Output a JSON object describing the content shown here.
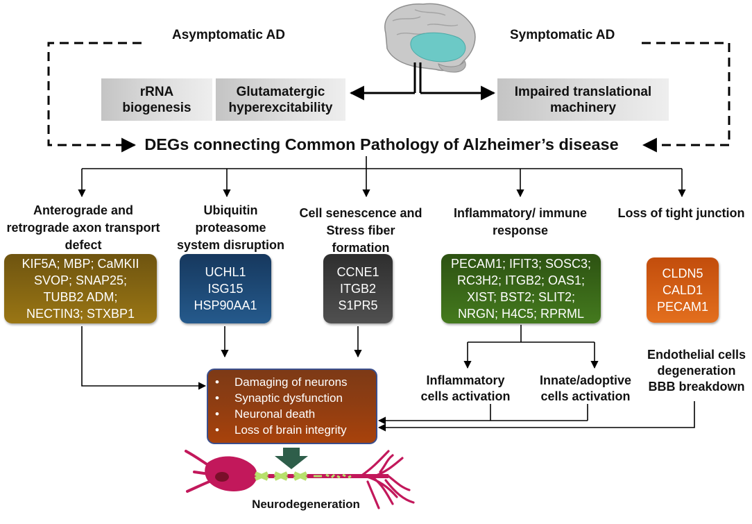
{
  "headers": {
    "asymptomatic": "Asymptomatic AD",
    "symptomatic": "Symptomatic AD"
  },
  "boxes": {
    "rrna": [
      "rRNA",
      "biogenesis"
    ],
    "glutamatergic": [
      "Glutamatergic",
      "hyperexcitability"
    ],
    "impaired": [
      "Impaired translational",
      "machinery"
    ]
  },
  "main_title": "DEGs connecting Common Pathology of Alzheimer’s disease",
  "categories": [
    {
      "title": [
        "Anterograde and",
        "retrograde axon transport",
        "defect"
      ],
      "genes": [
        "KIF5A; MBP; CaMKII",
        "SVOP; SNAP25;",
        "TUBB2 ADM;",
        "NECTIN3; STXBP1"
      ],
      "color": "#8a6a10"
    },
    {
      "title": [
        "Ubiquitin",
        "proteasome",
        "system disruption"
      ],
      "genes": [
        "UCHL1",
        "ISG15",
        "HSP90AA1"
      ],
      "color": "#1f4a78"
    },
    {
      "title": [
        "Cell senescence and",
        "Stress fiber",
        "formation"
      ],
      "genes": [
        "CCNE1",
        "ITGB2",
        "S1PR5"
      ],
      "color": "#3f3f3f"
    },
    {
      "title": [
        "Inflammatory/ immune",
        "response"
      ],
      "genes": [
        "PECAM1; IFIT3; SOSC3;",
        "RC3H2; ITGB2; OAS1;",
        "XIST; BST2; SLIT2;",
        "NRGN; H4C5; RPRML"
      ],
      "color": "#3b6618"
    },
    {
      "title": [
        "Loss of tight junction"
      ],
      "genes": [
        "CLDN5",
        "CALD1",
        "PECAM1"
      ],
      "color": "#d75e14"
    }
  ],
  "sub_outcomes": {
    "inflammatory": [
      "Inflammatory",
      "cells activation"
    ],
    "innate": [
      "Innate/adoptive",
      "cells activation"
    ],
    "endothelial": [
      "Endothelial cells",
      "degeneration",
      "BBB breakdown"
    ]
  },
  "damage_items": [
    "Damaging of neurons",
    "Synaptic dysfunction",
    "Neuronal death",
    "Loss of brain integrity"
  ],
  "neurodegeneration": "Neurodegeneration",
  "colors": {
    "brain_highlight": "#6cc9c6",
    "arrow_down": "#2e5e4a",
    "neuron": "#c2185b",
    "damage_border": "#3a4e8c"
  },
  "icons": [
    "brain-icon",
    "neuron-icon",
    "down-arrow-icon"
  ]
}
